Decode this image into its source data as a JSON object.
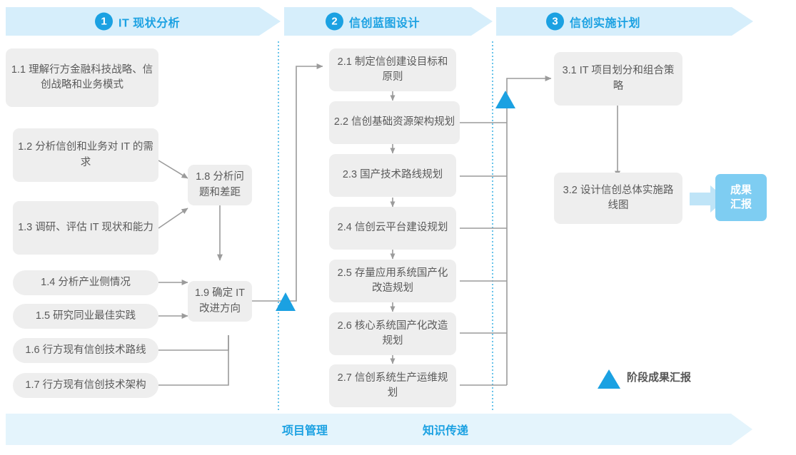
{
  "header": {
    "phases": [
      {
        "num": "1",
        "label": "IT 现状分析"
      },
      {
        "num": "2",
        "label": "信创蓝图设计"
      },
      {
        "num": "3",
        "label": "信创实施计划"
      }
    ]
  },
  "phase1": {
    "inputs": [
      {
        "id": "1.1",
        "text": "1.1 理解行方金融科技战略、信创战略和业务模式"
      },
      {
        "id": "1.2",
        "text": "1.2 分析信创和业务对 IT 的需求"
      },
      {
        "id": "1.3",
        "text": "1.3 调研、评估 IT 现状和能力"
      },
      {
        "id": "1.4",
        "text": "1.4 分析产业侧情况"
      },
      {
        "id": "1.5",
        "text": "1.5 研究同业最佳实践"
      },
      {
        "id": "1.6",
        "text": "1.6 行方现有信创技术路线"
      },
      {
        "id": "1.7",
        "text": "1.7 行方现有信创技术架构"
      }
    ],
    "outputs": [
      {
        "id": "1.8",
        "text": "1.8 分析问题和差距"
      },
      {
        "id": "1.9",
        "text": "1.9 确定 IT 改进方向"
      }
    ]
  },
  "phase2": {
    "steps": [
      {
        "id": "2.1",
        "text": "2.1 制定信创建设目标和原则"
      },
      {
        "id": "2.2",
        "text": "2.2 信创基础资源架构规划"
      },
      {
        "id": "2.3",
        "text": "2.3 国产技术路线规划"
      },
      {
        "id": "2.4",
        "text": "2.4 信创云平台建设规划"
      },
      {
        "id": "2.5",
        "text": "2.5 存量应用系统国产化改造规划"
      },
      {
        "id": "2.6",
        "text": "2.6 核心系统国产化改造规划"
      },
      {
        "id": "2.7",
        "text": "2.7 信创系统生产运维规划"
      }
    ]
  },
  "phase3": {
    "steps": [
      {
        "id": "3.1",
        "text": "3.1 IT 项目划分和组合策略"
      },
      {
        "id": "3.2",
        "text": "3.2 设计信创总体实施路线图"
      }
    ],
    "deliverable": "成果\n汇报"
  },
  "legend": {
    "label": "阶段成果汇报"
  },
  "footer": {
    "items": [
      {
        "label": "项目管理"
      },
      {
        "label": "知识传递"
      }
    ]
  },
  "colors": {
    "accent": "#1ba1e2",
    "header_band": "#d6eefb",
    "footer_band": "#e4f4fc",
    "box_fill": "#eeeeee",
    "box_text": "#5a5a5a",
    "badge_fill": "#7ecdf2",
    "connector": "#9b9b9b",
    "divider": "#29abe2"
  }
}
